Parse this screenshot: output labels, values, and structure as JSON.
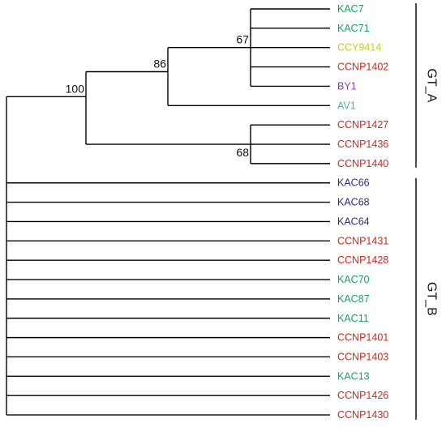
{
  "colors": {
    "green": "#1aa15a",
    "yellow": "#c9cf1c",
    "red": "#d9261c",
    "purple": "#8a3fa5",
    "teal": "#4fb89a",
    "navy": "#2b2d86"
  },
  "tree": {
    "taxa": [
      {
        "label": "KAC7",
        "color": "green"
      },
      {
        "label": "KAC71",
        "color": "green"
      },
      {
        "label": "CCY9414",
        "color": "yellow"
      },
      {
        "label": "CCNP1402",
        "color": "red"
      },
      {
        "label": "BY1",
        "color": "purple"
      },
      {
        "label": "AV1",
        "color": "teal"
      },
      {
        "label": "CCNP1427",
        "color": "red"
      },
      {
        "label": "CCNP1436",
        "color": "red"
      },
      {
        "label": "CCNP1440",
        "color": "red"
      },
      {
        "label": "KAC66",
        "color": "navy"
      },
      {
        "label": "KAC68",
        "color": "navy"
      },
      {
        "label": "KAC64",
        "color": "navy"
      },
      {
        "label": "CCNP1431",
        "color": "red"
      },
      {
        "label": "CCNP1428",
        "color": "red"
      },
      {
        "label": "KAC70",
        "color": "green"
      },
      {
        "label": "KAC87",
        "color": "green"
      },
      {
        "label": "KAC11",
        "color": "green"
      },
      {
        "label": "CCNP1401",
        "color": "red"
      },
      {
        "label": "CCNP1403",
        "color": "red"
      },
      {
        "label": "KAC13",
        "color": "green"
      },
      {
        "label": "CCNP1426",
        "color": "red"
      },
      {
        "label": "CCNP1430",
        "color": "red"
      }
    ],
    "support": [
      {
        "label": "100"
      },
      {
        "label": "86"
      },
      {
        "label": "67"
      },
      {
        "label": "68"
      }
    ],
    "groups": [
      {
        "label": "GT_A"
      },
      {
        "label": "GT_B"
      }
    ]
  }
}
